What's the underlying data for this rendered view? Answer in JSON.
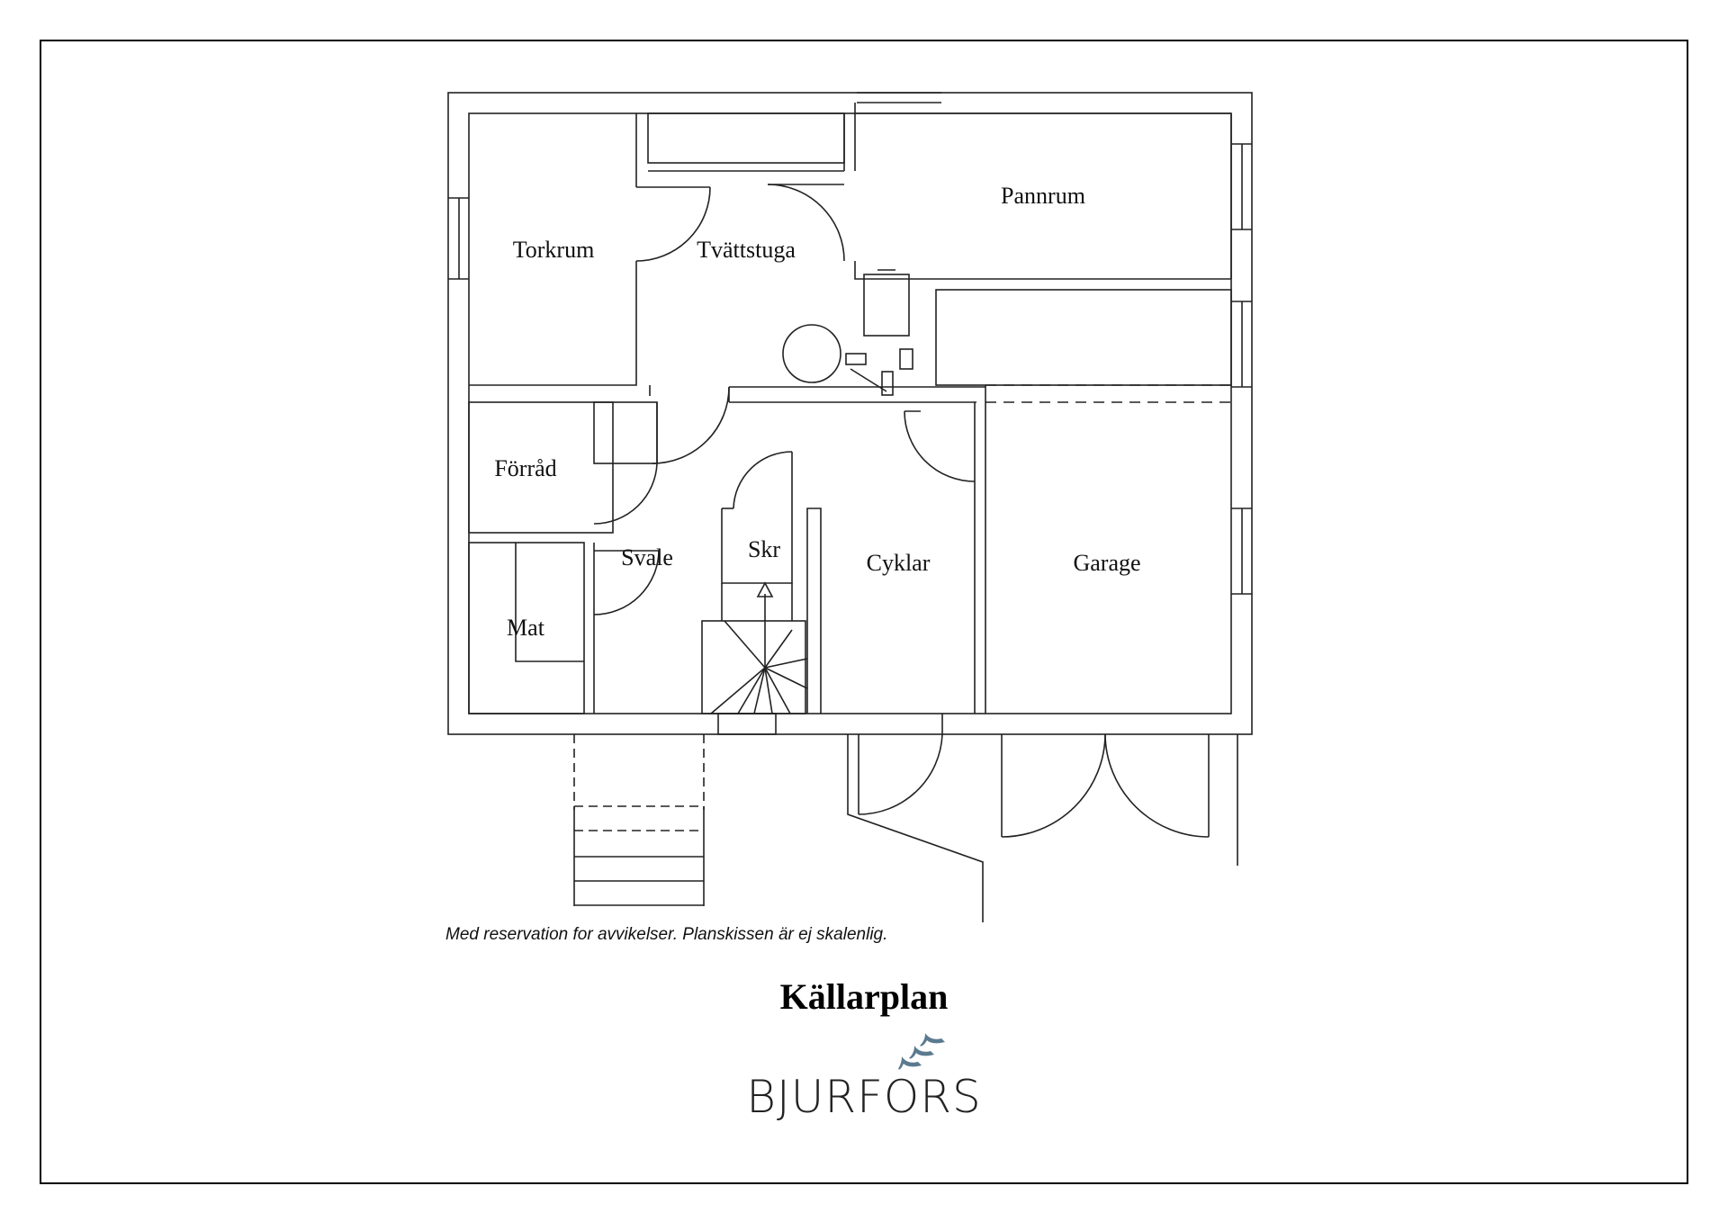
{
  "plan": {
    "rooms": [
      {
        "key": "torkrum",
        "label": "Torkrum"
      },
      {
        "key": "tvattstuga",
        "label": "Tvättstuga"
      },
      {
        "key": "pannrum",
        "label": "Pannrum"
      },
      {
        "key": "forrad",
        "label": "Förråd"
      },
      {
        "key": "svale",
        "label": "Svale"
      },
      {
        "key": "skr",
        "label": "Skr"
      },
      {
        "key": "cyklar",
        "label": "Cyklar"
      },
      {
        "key": "garage",
        "label": "Garage"
      },
      {
        "key": "mat",
        "label": "Mat"
      }
    ]
  },
  "disclaimer": "Med reservation for avvikelser. Planskissen är ej skalenlig.",
  "title": "Källarplan",
  "brand": {
    "name": "BJURFORS",
    "logo_icon": "three-birds-icon",
    "logo_color": "#5b7a8f"
  }
}
